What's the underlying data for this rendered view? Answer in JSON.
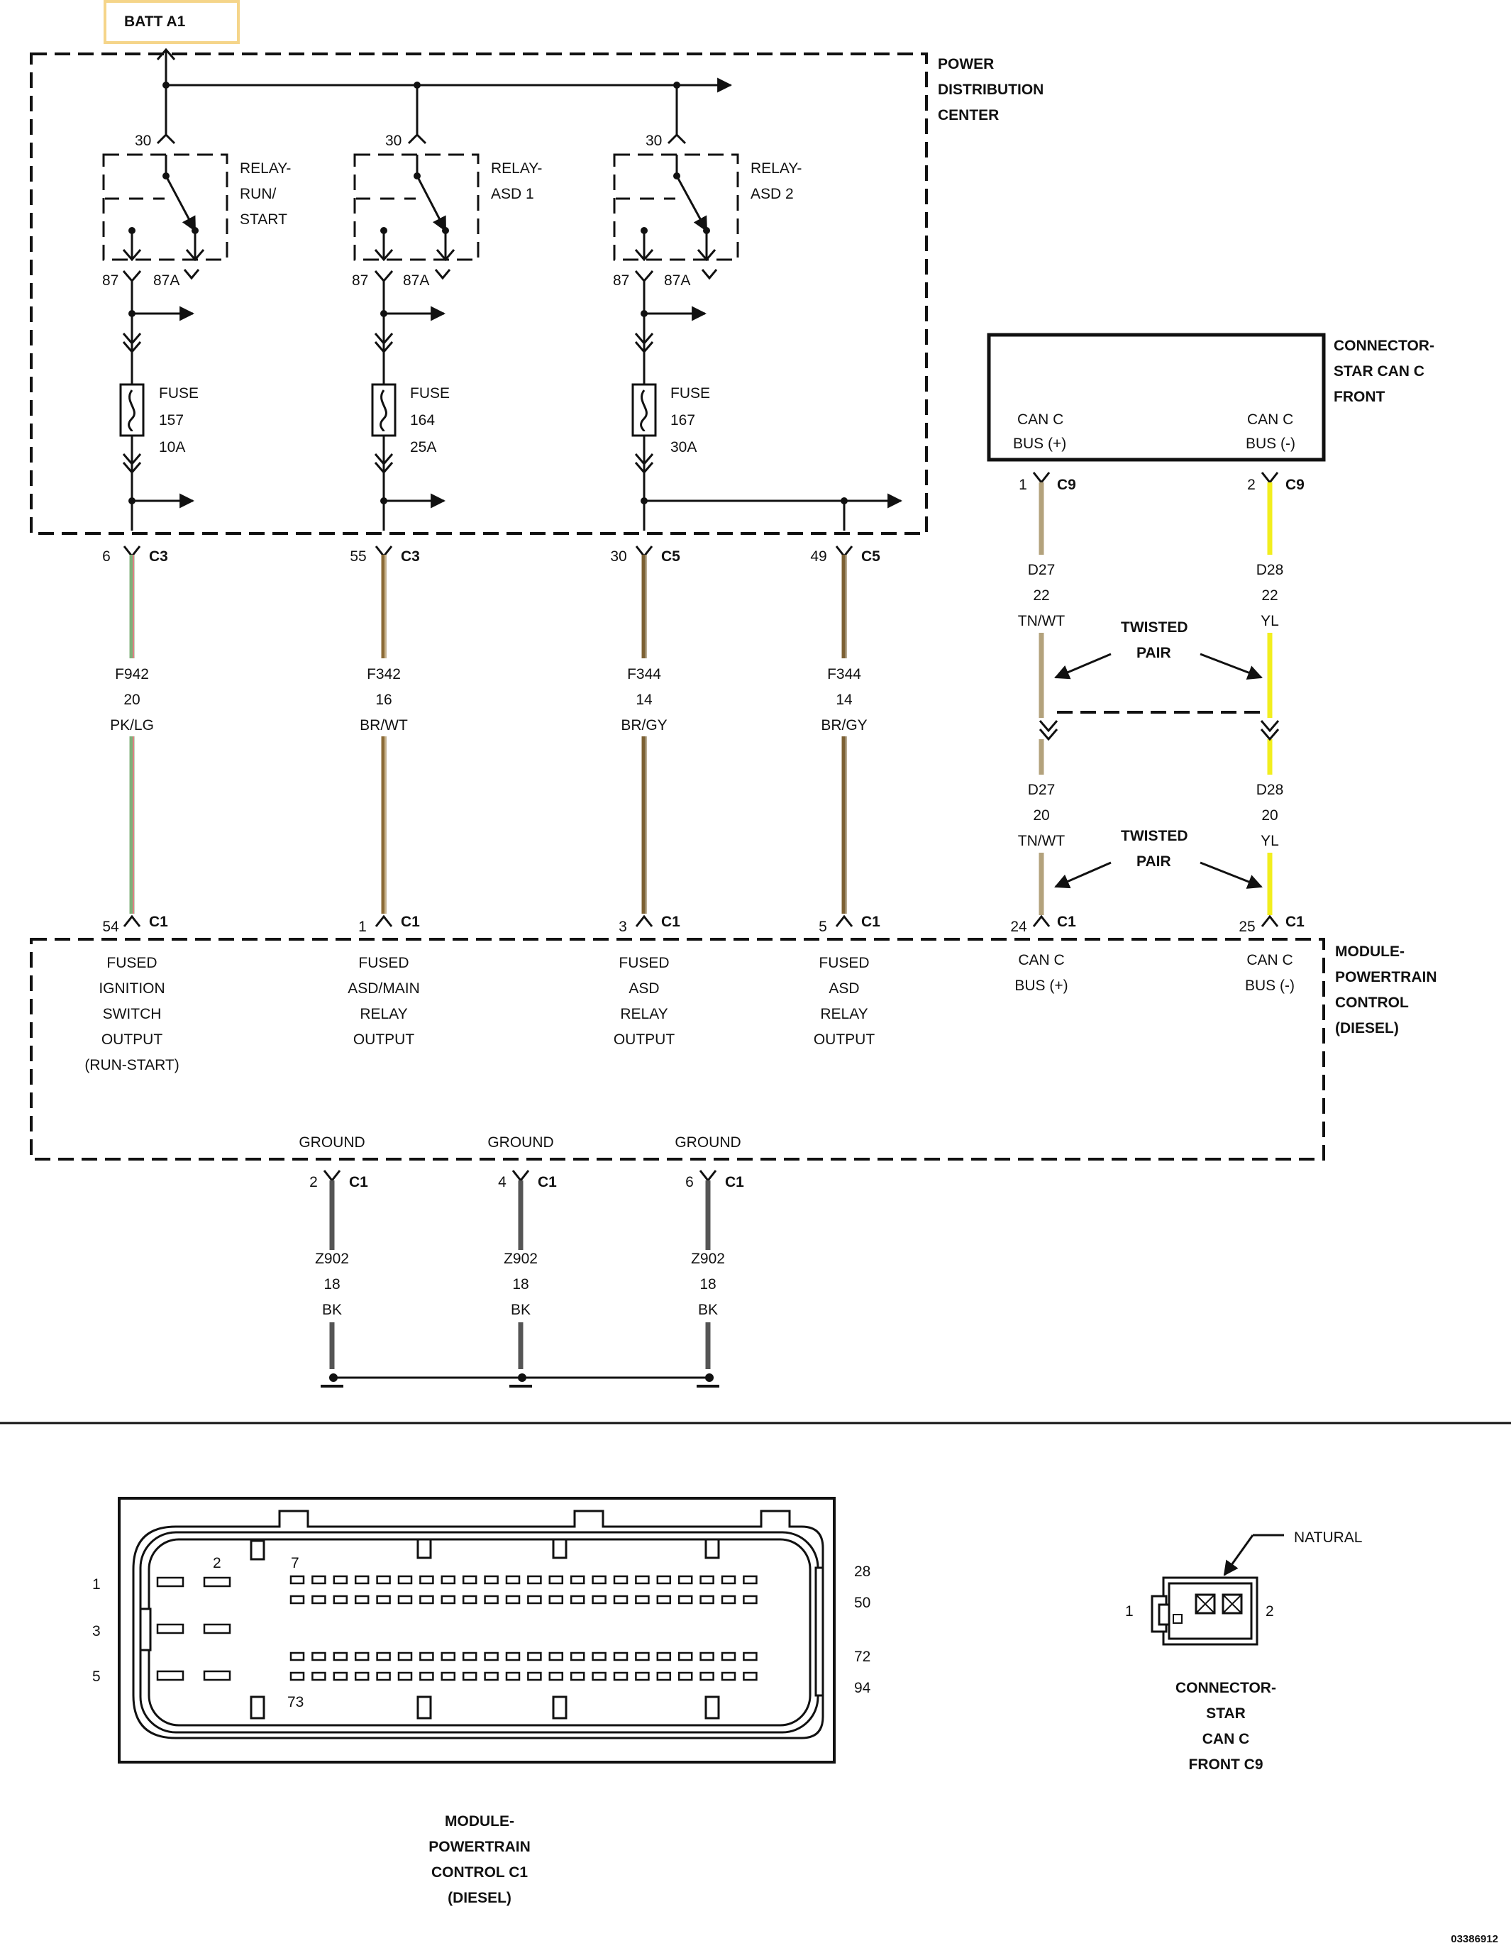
{
  "batt": {
    "label": "BATT A1",
    "color": "#f5d58a"
  },
  "pdc": {
    "title_lines": [
      "POWER",
      "DISTRIBUTION",
      "CENTER"
    ]
  },
  "relays": [
    {
      "name_lines": [
        "RELAY-",
        "RUN/",
        "START"
      ],
      "pin_top": "30",
      "pin_87": "87",
      "pin_87a": "87A",
      "fuse": {
        "label": "FUSE",
        "number": "157",
        "rating": "10A"
      }
    },
    {
      "name_lines": [
        "RELAY-",
        "ASD 1"
      ],
      "pin_top": "30",
      "pin_87": "87",
      "pin_87a": "87A",
      "fuse": {
        "label": "FUSE",
        "number": "164",
        "rating": "25A"
      }
    },
    {
      "name_lines": [
        "RELAY-",
        "ASD 2"
      ],
      "pin_top": "30",
      "pin_87": "87",
      "pin_87a": "87A",
      "fuse": {
        "label": "FUSE",
        "number": "167",
        "rating": "30A"
      }
    }
  ],
  "wires": [
    {
      "top_pin": "6",
      "top_conn": "C3",
      "circuit": "F942",
      "gauge": "20",
      "color_code": "PK/LG",
      "bottom_pin": "54",
      "bottom_conn": "C1",
      "pcm_func": [
        "FUSED",
        "IGNITION",
        "SWITCH",
        "OUTPUT",
        "(RUN-START)"
      ],
      "stroke": "#7fb07a",
      "stripe": "#e07f86"
    },
    {
      "top_pin": "55",
      "top_conn": "C3",
      "circuit": "F342",
      "gauge": "16",
      "color_code": "BR/WT",
      "bottom_pin": "1",
      "bottom_conn": "C1",
      "pcm_func": [
        "FUSED",
        "ASD/MAIN",
        "RELAY",
        "OUTPUT"
      ],
      "stroke": "#8b6a36",
      "stripe": "#c8b48c"
    },
    {
      "top_pin": "30",
      "top_conn": "C5",
      "circuit": "F344",
      "gauge": "14",
      "color_code": "BR/GY",
      "bottom_pin": "3",
      "bottom_conn": "C1",
      "pcm_func": [
        "FUSED",
        "ASD",
        "RELAY",
        "OUTPUT"
      ],
      "stroke": "#7c6033",
      "stripe": "#9a8a6a"
    },
    {
      "top_pin": "49",
      "top_conn": "C5",
      "circuit": "F344",
      "gauge": "14",
      "color_code": "BR/GY",
      "bottom_pin": "5",
      "bottom_conn": "C1",
      "pcm_func": [
        "FUSED",
        "ASD",
        "RELAY",
        "OUTPUT"
      ],
      "stroke": "#7c6033",
      "stripe": "#9a8a6a"
    }
  ],
  "can_connector": {
    "title_lines": [
      "CONNECTOR-",
      "STAR CAN C",
      "FRONT"
    ],
    "left_label": [
      "CAN C",
      "BUS (+)"
    ],
    "right_label": [
      "CAN C",
      "BUS (-)"
    ]
  },
  "can_wires": [
    {
      "top_pin": "1",
      "top_conn": "C9",
      "upper": {
        "circuit": "D27",
        "gauge": "22",
        "color_code": "TN/WT"
      },
      "lower": {
        "circuit": "D27",
        "gauge": "20",
        "color_code": "TN/WT"
      },
      "bottom_pin": "24",
      "bottom_conn": "C1",
      "pcm_func": [
        "CAN C",
        "BUS (+)"
      ],
      "stroke": "#b3a27c"
    },
    {
      "top_pin": "2",
      "top_conn": "C9",
      "upper": {
        "circuit": "D28",
        "gauge": "22",
        "color_code": "YL"
      },
      "lower": {
        "circuit": "D28",
        "gauge": "20",
        "color_code": "YL"
      },
      "bottom_pin": "25",
      "bottom_conn": "C1",
      "pcm_func": [
        "CAN C",
        "BUS (-)"
      ],
      "stroke": "#f2ee1e"
    }
  ],
  "twisted_pair_label": [
    "TWISTED",
    "PAIR"
  ],
  "pcm": {
    "title_lines": [
      "MODULE-",
      "POWERTRAIN",
      "CONTROL",
      "(DIESEL)"
    ]
  },
  "grounds": [
    {
      "label": "GROUND",
      "pin": "2",
      "conn": "C1",
      "circuit": "Z902",
      "gauge": "18",
      "color_code": "BK"
    },
    {
      "label": "GROUND",
      "pin": "4",
      "conn": "C1",
      "circuit": "Z902",
      "gauge": "18",
      "color_code": "BK"
    },
    {
      "label": "GROUND",
      "pin": "6",
      "conn": "C1",
      "circuit": "Z902",
      "gauge": "18",
      "color_code": "BK"
    }
  ],
  "pcm_c1_view": {
    "pin_labels": [
      "1",
      "2",
      "3",
      "5",
      "7",
      "73",
      "28",
      "50",
      "72",
      "94"
    ],
    "caption_lines": [
      "MODULE-",
      "POWERTRAIN",
      "CONTROL C1",
      "(DIESEL)"
    ]
  },
  "c9_view": {
    "natural_label": "NATURAL",
    "pin_left": "1",
    "pin_right": "2",
    "caption_lines": [
      "CONNECTOR-",
      "STAR",
      "CAN C",
      "FRONT C9"
    ]
  },
  "doc_number": "03386912"
}
